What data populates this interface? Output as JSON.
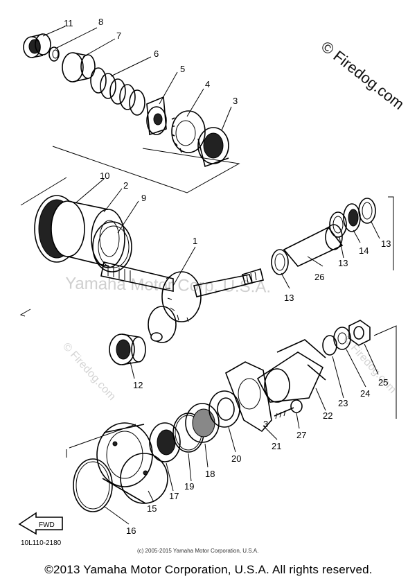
{
  "watermarks": {
    "side": "© Firedog.com",
    "center": "Yamaha Motor Corp, U.S.A.",
    "left_diag": "© Firedog.com",
    "right_diag": "© Firedog.com"
  },
  "callouts": [
    "11",
    "8",
    "7",
    "6",
    "5",
    "4",
    "3",
    "10",
    "2",
    "9",
    "1",
    "14",
    "13",
    "13",
    "26",
    "13",
    "12",
    "25",
    "24",
    "23",
    "22",
    "21",
    "3",
    "27",
    "20",
    "18",
    "19",
    "17",
    "15",
    "16"
  ],
  "diagram_code": "10L110-2180",
  "fwd_label": "FWD",
  "small_copyright": "(c) 2005-2015 Yamaha Motor Corporation, U.S.A.",
  "footer_copyright": "©2013 Yamaha Motor Corporation, U.S.A. All rights reserved."
}
